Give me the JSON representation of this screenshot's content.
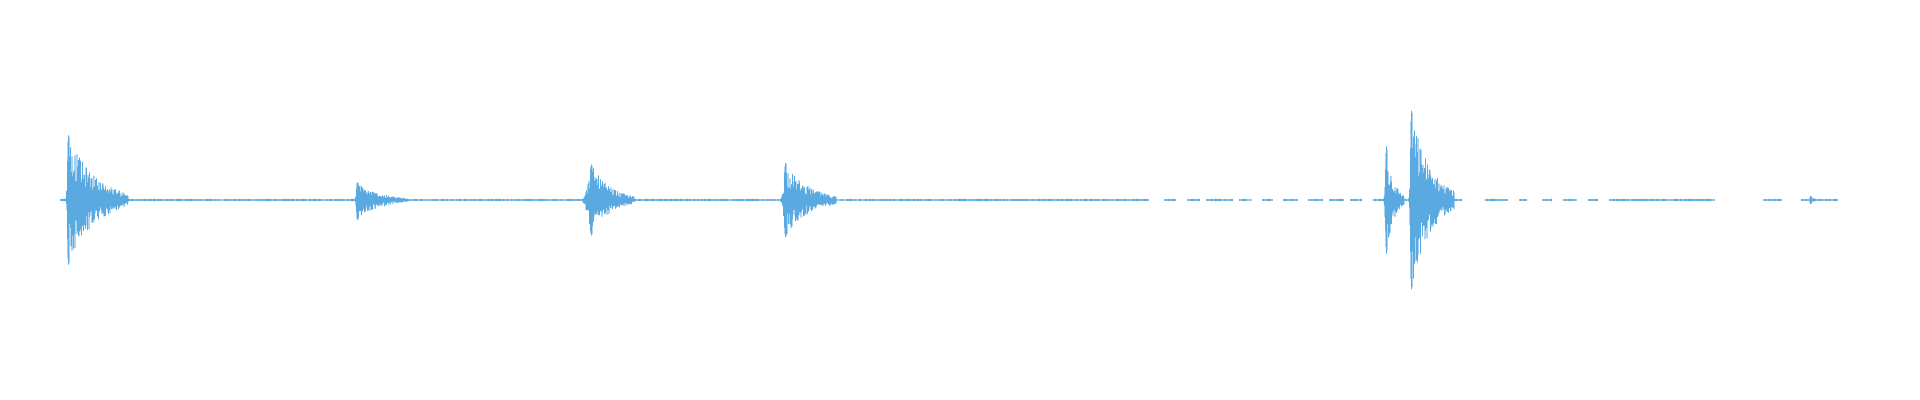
{
  "waveform": {
    "color": "#5aa9e0",
    "duration_fraction_visible": [
      0.031,
      0.957
    ],
    "baseline_gaps": [
      [
        0.598,
        0.606
      ],
      [
        0.612,
        0.618
      ],
      [
        0.625,
        0.628
      ],
      [
        0.642,
        0.645
      ],
      [
        0.652,
        0.657
      ],
      [
        0.663,
        0.668
      ],
      [
        0.676,
        0.681
      ],
      [
        0.689,
        0.692
      ],
      [
        0.7,
        0.703
      ],
      [
        0.709,
        0.715
      ],
      [
        0.749,
        0.754
      ],
      [
        0.761,
        0.773
      ],
      [
        0.785,
        0.791
      ],
      [
        0.795,
        0.803
      ],
      [
        0.808,
        0.814
      ],
      [
        0.821,
        0.827
      ],
      [
        0.832,
        0.838
      ],
      [
        0.893,
        0.918
      ],
      [
        0.928,
        0.938
      ]
    ],
    "events": [
      {
        "position": 0.0355,
        "peak_up": 0.52,
        "peak_down": 0.52,
        "decay": 0.014,
        "density": 0.9
      },
      {
        "position": 0.186,
        "peak_up": 0.16,
        "peak_down": 0.18,
        "decay": 0.012,
        "density": 0.8
      },
      {
        "position": 0.308,
        "peak_up": 0.3,
        "peak_down": 0.3,
        "decay": 0.01,
        "density": 0.85,
        "attack": 0.006
      },
      {
        "position": 0.409,
        "peak_up": 0.28,
        "peak_down": 0.28,
        "decay": 0.012,
        "density": 0.95,
        "attack": 0.003
      },
      {
        "position": 0.722,
        "peak_up": 0.44,
        "peak_down": 0.44,
        "decay": 0.004,
        "density": 0.9
      },
      {
        "position": 0.735,
        "peak_up": 0.72,
        "peak_down": 0.72,
        "decay": 0.01,
        "density": 0.9
      },
      {
        "position": 0.943,
        "peak_up": 0.05,
        "peak_down": 0.05,
        "decay": 0.002,
        "density": 0.6
      }
    ]
  }
}
